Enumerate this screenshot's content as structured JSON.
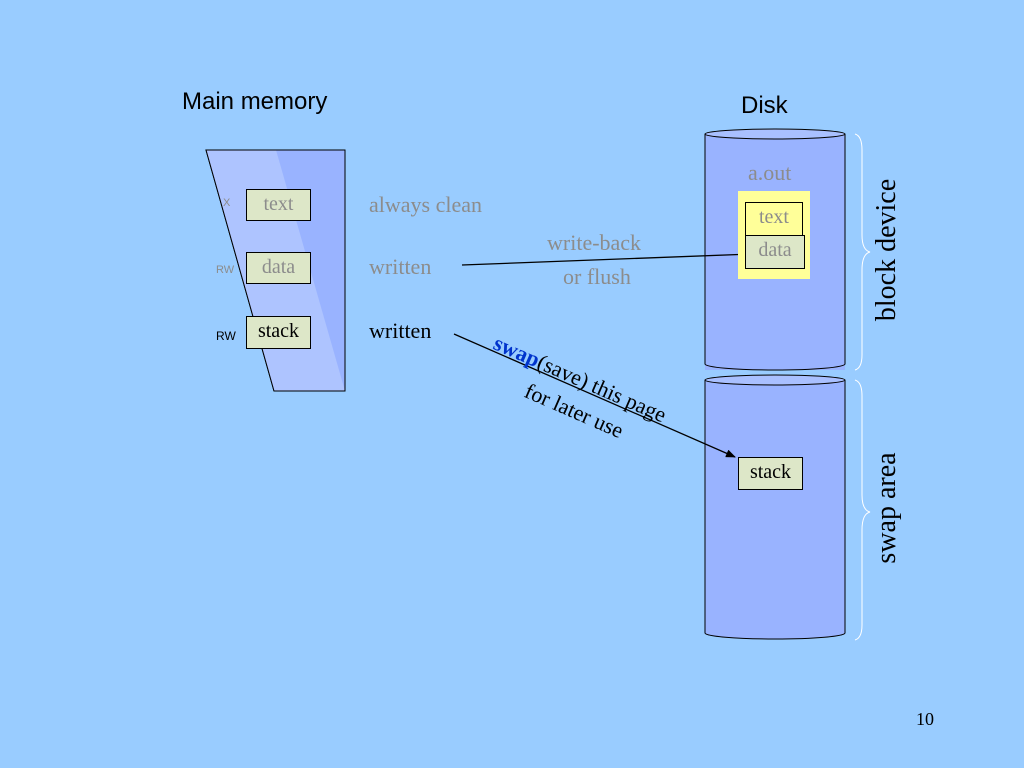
{
  "titles": {
    "main_memory": "Main memory",
    "disk": "Disk"
  },
  "memory": {
    "segments": [
      {
        "label": "text",
        "perm": "X",
        "note": "always clean"
      },
      {
        "label": "data",
        "perm": "RW",
        "note": "written"
      },
      {
        "label": "stack",
        "perm": "RW",
        "note": "written"
      }
    ]
  },
  "disk": {
    "file_name": "a.out",
    "file_segments": [
      "text",
      "data"
    ],
    "swap_segment": "stack",
    "block_device_label": "block device",
    "swap_area_label": "swap area"
  },
  "arrows": {
    "writeback_line1": "write-back",
    "writeback_line2": "or flush",
    "swap_word": "swap",
    "swap_rest": "(save) this page",
    "swap_line2": "for later use"
  },
  "page_number": "10",
  "colors": {
    "background": "#99ccff",
    "cylinder_fill": "#99b3ff",
    "segment_fill": "#dde7c8",
    "file_fill": "#ffff99",
    "swap_word": "#0033cc",
    "faded_text": "#8c8c8c"
  }
}
